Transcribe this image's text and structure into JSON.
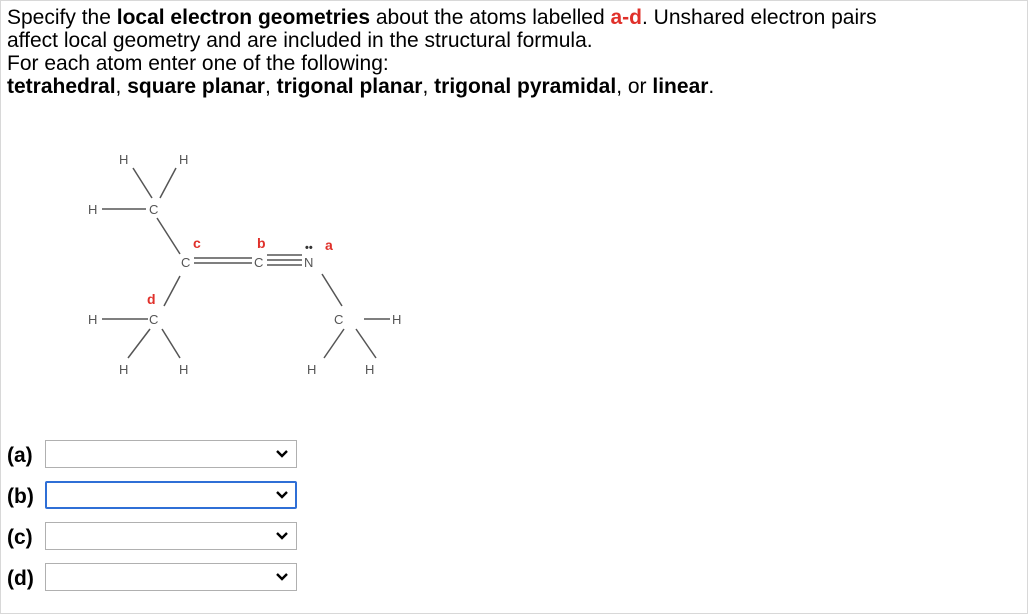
{
  "question": {
    "line1_pre": "Specify the ",
    "line1_bold": "local electron geometries",
    "line1_mid": " about the atoms labelled ",
    "line1_red": "a-d",
    "line1_post": ". Unshared electron pairs",
    "line2": "affect local geometry and are included in the structural formula.",
    "line3": "For each atom enter one of the following:",
    "opt1": "tetrahedral",
    "sep1": ", ",
    "opt2": "square planar",
    "sep2": ", ",
    "opt3": "trigonal planar",
    "sep3": ", ",
    "opt4": "trigonal pyramidal",
    "sep4": ", or ",
    "opt5": "linear",
    "end": "."
  },
  "molecule": {
    "atoms": {
      "H": "H",
      "C": "C",
      "N": "N",
      "lone_pair": "••"
    },
    "labels": {
      "a": "a",
      "b": "b",
      "c": "c",
      "d": "d"
    }
  },
  "answers": [
    {
      "label": "(a)",
      "value": ""
    },
    {
      "label": "(b)",
      "value": ""
    },
    {
      "label": "(c)",
      "value": ""
    },
    {
      "label": "(d)",
      "value": ""
    }
  ],
  "colors": {
    "label_red": "#e0302a",
    "focus_blue": "#2f6fd6"
  }
}
